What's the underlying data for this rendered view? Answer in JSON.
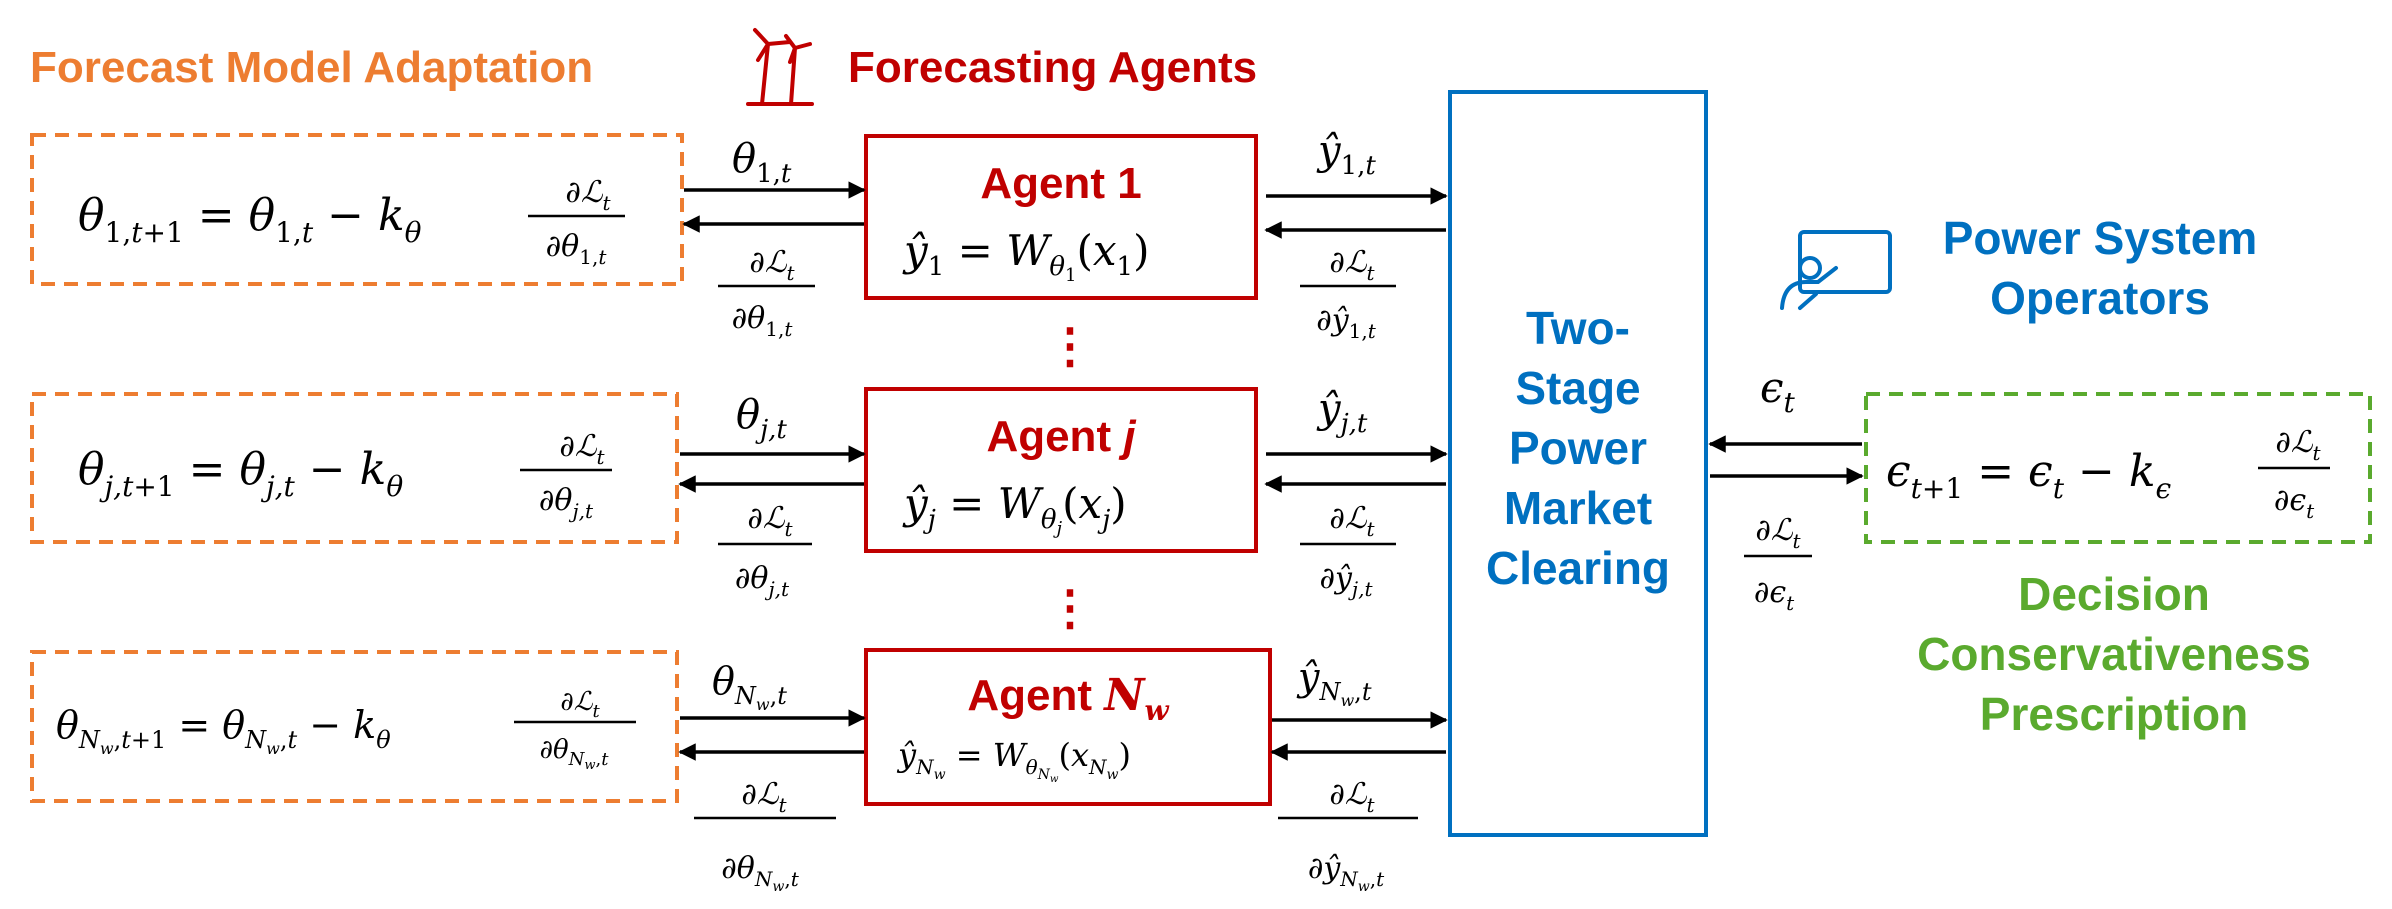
{
  "colors": {
    "orange": "#ED7D31",
    "red": "#C00000",
    "blue": "#0070C0",
    "green": "#5AAA2E",
    "black": "#000000"
  },
  "headings": {
    "adaptation": "Forecast Model Adaptation",
    "agents": "Forecasting Agents",
    "operators_line1": "Power System",
    "operators_line2": "Operators",
    "decision_line1": "Decision",
    "decision_line2": "Conservativeness",
    "decision_line3": "Prescription"
  },
  "icons": {
    "agents": "wind-turbine-icon",
    "operators": "presenter-whiteboard-icon"
  },
  "market": {
    "line1": "Two-",
    "line2": "Stage",
    "line3": "Power",
    "line4": "Market",
    "line5": "Clearing"
  },
  "agents": [
    {
      "title_prefix": "Agent ",
      "title_var": "1",
      "equation": "ŷ₁ = W_θ₁(x₁)",
      "update_rule": "θ_{1,t+1} = θ_{1,t} − k_θ ∂ℒ_t/∂θ_{1,t}",
      "param_label": "θ_{1,t}",
      "param_grad": "∂ℒ_t/∂θ_{1,t}",
      "forecast_label": "ŷ_{1,t}",
      "forecast_grad": "∂ℒ_t/∂ŷ_{1,t}"
    },
    {
      "title_prefix": "Agent ",
      "title_var": "j",
      "equation": "ŷ_j = W_θj(x_j)",
      "update_rule": "θ_{j,t+1} = θ_{j,t} − k_θ ∂ℒ_t/∂θ_{j,t}",
      "param_label": "θ_{j,t}",
      "param_grad": "∂ℒ_t/∂θ_{j,t}",
      "forecast_label": "ŷ_{j,t}",
      "forecast_grad": "∂ℒ_t/∂ŷ_{j,t}"
    },
    {
      "title_prefix": "Agent ",
      "title_var": "N_w",
      "equation": "ŷ_Nw = W_θNw(x_Nw)",
      "update_rule": "θ_{Nw,t+1} = θ_{Nw,t} − k_θ ∂ℒ_t/∂θ_{Nw,t}",
      "param_label": "θ_{Nw,t}",
      "param_grad": "∂ℒ_t/∂θ_{Nw,t}",
      "forecast_label": "ŷ_{Nw,t}",
      "forecast_grad": "∂ℒ_t/∂ŷ_{Nw,t}"
    }
  ],
  "ellipsis": "⋮",
  "epsilon": {
    "update_rule": "ϵ_{t+1} = ϵ_t − k_ϵ ∂ℒ_t/∂ϵ_t",
    "label": "ϵ_t",
    "grad": "∂ℒ_t/∂ϵ_t"
  }
}
